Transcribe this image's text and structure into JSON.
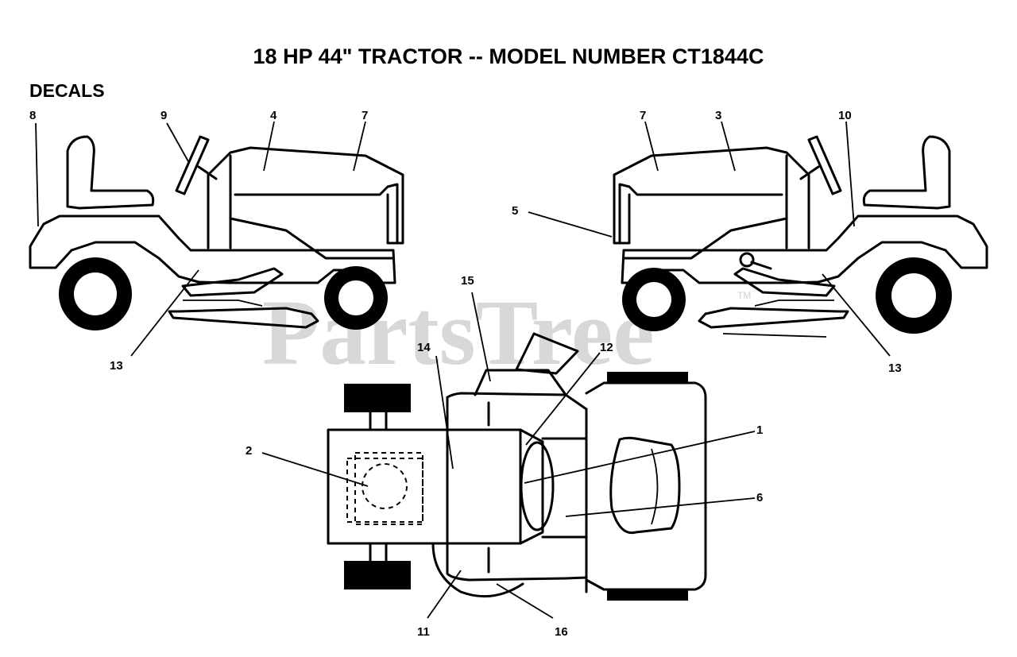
{
  "title": "18 HP 44\" TRACTOR -- MODEL NUMBER CT1844C",
  "section_label": "DECALS",
  "watermark": "PartsTree",
  "trademark": "TM",
  "callouts": {
    "c1": "1",
    "c2": "2",
    "c3": "3",
    "c4": "4",
    "c5": "5",
    "c6": "6",
    "c7_left": "7",
    "c7_right": "7",
    "c8": "8",
    "c9": "9",
    "c10": "10",
    "c11": "11",
    "c12": "12",
    "c13_left": "13",
    "c13_right": "13",
    "c14": "14",
    "c15": "15",
    "c16": "16"
  }
}
